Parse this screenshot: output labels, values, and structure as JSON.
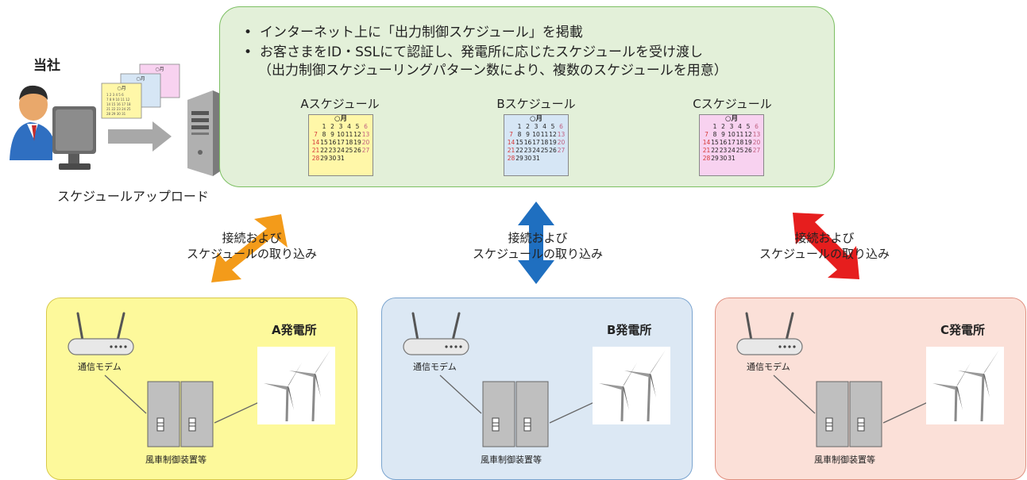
{
  "company": {
    "label": "当社",
    "upload_label": "スケジュールアップロード"
  },
  "mini_calendar_title": "○月",
  "top_panel": {
    "bullets": [
      "インターネット上に「出力制御スケジュール」を掲載",
      "お客さまをID・SSLにて認証し、発電所に応じたスケジュールを受け渡し"
    ],
    "note": "（出力制御スケジューリングパターン数により、複数のスケジュールを用意）",
    "schedules": [
      {
        "label": "Aスケジュール",
        "color": "#fff7a8"
      },
      {
        "label": "Bスケジュール",
        "color": "#d6e6f5"
      },
      {
        "label": "Cスケジュール",
        "color": "#f8d2f0"
      }
    ]
  },
  "calendar": {
    "title": "○月",
    "rows": [
      [
        "",
        "1",
        "2",
        "3",
        "4",
        "5",
        "6"
      ],
      [
        "7",
        "8",
        "9",
        "10",
        "11",
        "12",
        "13"
      ],
      [
        "14",
        "15",
        "16",
        "17",
        "18",
        "19",
        "20"
      ],
      [
        "21",
        "22",
        "23",
        "24",
        "25",
        "26",
        "27"
      ],
      [
        "28",
        "29",
        "30",
        "31",
        "",
        "",
        ""
      ]
    ]
  },
  "connection_label_line1": "接続および",
  "connection_label_line2": "スケジュールの取り込み",
  "arrow_colors": {
    "a": "#f39b1a",
    "b": "#1f6fc0",
    "c": "#e61e1e"
  },
  "plants": [
    {
      "name": "A発電所",
      "modem_label": "通信モデム",
      "device_label": "風車制御装置等",
      "bg": "#fdf99b",
      "border": "#d8c94a"
    },
    {
      "name": "B発電所",
      "modem_label": "通信モデム",
      "device_label": "風車制御装置等",
      "bg": "#dce8f4",
      "border": "#7aa4cf"
    },
    {
      "name": "C発電所",
      "modem_label": "通信モデム",
      "device_label": "風車制御装置等",
      "bg": "#fbe0d8",
      "border": "#e09080"
    }
  ]
}
